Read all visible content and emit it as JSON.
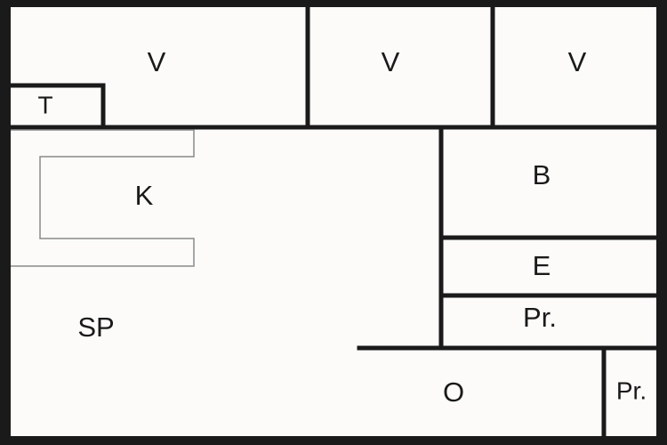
{
  "plan": {
    "background": "#fcfbf9",
    "wall_color": "#1a1a1a",
    "thin_line_color": "#8a8a8a",
    "labels": {
      "v1": "V",
      "v2": "V",
      "v3": "V",
      "t": "T",
      "k": "K",
      "sp": "SP",
      "b": "B",
      "e": "E",
      "pr1": "Pr.",
      "pr2": "Pr.",
      "o": "O"
    }
  }
}
